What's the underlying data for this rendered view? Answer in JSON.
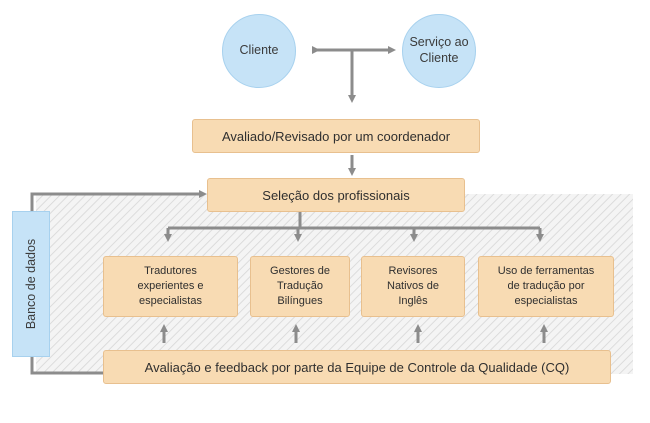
{
  "diagram": {
    "client": "Cliente",
    "service_line1": "Serviço ao",
    "service_line2": "Cliente",
    "coordinator": "Avaliado/Revisado por um coordenador",
    "selection": "Seleção dos profissionais",
    "database": "Banco de dados",
    "boxes": [
      {
        "line1": "Tradutores",
        "line2": "experientes e",
        "line3": "especialistas"
      },
      {
        "line1": "Gestores de",
        "line2": "Tradução",
        "line3": "Bilíngues"
      },
      {
        "line1": "Revisores",
        "line2": "Nativos de",
        "line3": "Inglês"
      },
      {
        "line1": "Uso de ferramentas",
        "line2": "de tradução por",
        "line3": "especialistas"
      }
    ],
    "quality": "Avaliação e feedback por parte da Equipe de Controle da Qualidade (CQ)"
  },
  "colors": {
    "circle_fill": "#c6e3f7",
    "box_fill": "#f8dbb3",
    "connector": "#8c8c8c"
  }
}
